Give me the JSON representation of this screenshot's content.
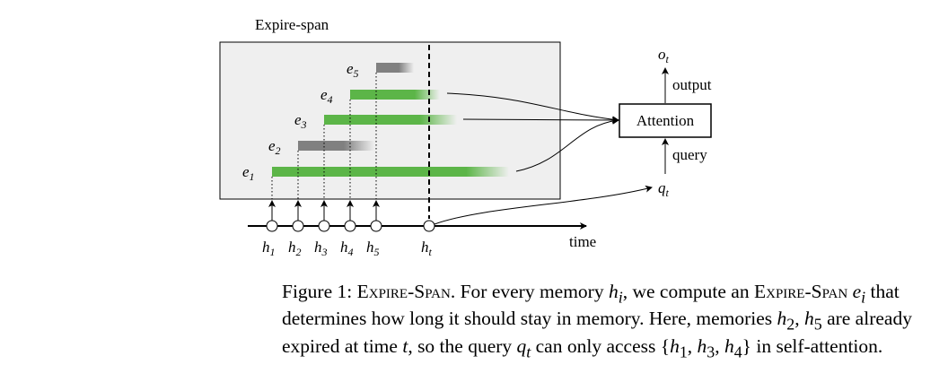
{
  "figure": {
    "box_title": "Expire-span",
    "memories": [
      {
        "base": "e",
        "sub": "1",
        "expired": false
      },
      {
        "base": "e",
        "sub": "2",
        "expired": true
      },
      {
        "base": "e",
        "sub": "3",
        "expired": false
      },
      {
        "base": "e",
        "sub": "4",
        "expired": false
      },
      {
        "base": "e",
        "sub": "5",
        "expired": true
      }
    ],
    "hidden_states": [
      {
        "base": "h",
        "sub": "1"
      },
      {
        "base": "h",
        "sub": "2"
      },
      {
        "base": "h",
        "sub": "3"
      },
      {
        "base": "h",
        "sub": "4"
      },
      {
        "base": "h",
        "sub": "5"
      }
    ],
    "current": {
      "base": "h",
      "sub": "t"
    },
    "time_label": "time",
    "attention_label": "Attention",
    "output_label": "output",
    "query_label": "query",
    "output_var": {
      "base": "o",
      "sub": "t"
    },
    "query_var": {
      "base": "q",
      "sub": "t"
    },
    "colors": {
      "active": "#5cb548",
      "expired": "#808080",
      "box_fill": "#efefef"
    }
  },
  "caption": {
    "prefix": "Figure 1: ",
    "name1": "Expire-Span",
    "t1": ". For every memory ",
    "v1": "h",
    "v1sub": "i",
    "t2": ", we compute an ",
    "name2": "Expire-Span",
    "v2": "e",
    "v2sub": "i",
    "t3": " that determines how long it should stay in memory. Here, memories ",
    "v3": "h",
    "v3sub": "2",
    "t4": ", ",
    "v4": "h",
    "v4sub": "5",
    "t5": " are already expired at time ",
    "v5": "t",
    "t6": ", so the query ",
    "v6": "q",
    "v6sub": "t",
    "t7": " can only access {",
    "s1": "h",
    "s1sub": "1",
    "c1": ", ",
    "s2": "h",
    "s2sub": "3",
    "c2": ", ",
    "s3": "h",
    "s3sub": "4",
    "t8": "} in self-attention."
  }
}
